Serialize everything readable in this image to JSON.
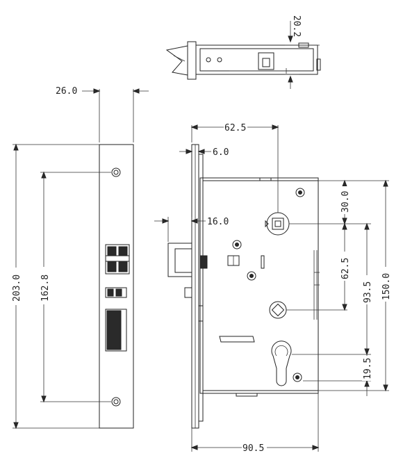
{
  "dimensions": {
    "faceplate_width": "26.0",
    "faceplate_height": "203.0",
    "screw_spacing": "162.8",
    "backset": "62.5",
    "face_thickness": "6.0",
    "latch_projection": "16.0",
    "top_to_spindle": "30.0",
    "spindle_to_lower": "62.5",
    "spindle_to_cylinder": "93.5",
    "body_height": "150.0",
    "cylinder_offset": "19.5",
    "body_width": "90.5",
    "top_view_thickness": "20.2"
  },
  "colors": {
    "line": "#222222",
    "background": "#ffffff"
  }
}
